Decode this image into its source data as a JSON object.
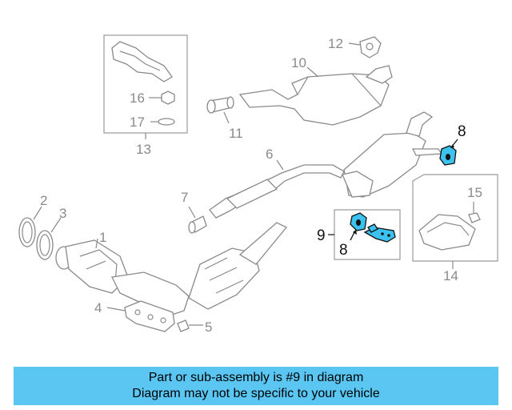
{
  "callouts": {
    "c1": "1",
    "c2": "2",
    "c3": "3",
    "c4": "4",
    "c5": "5",
    "c6": "6",
    "c7": "7",
    "c8a": "8",
    "c8b": "8",
    "c9": "9",
    "c10": "10",
    "c11": "11",
    "c12": "12",
    "c13": "13",
    "c14": "14",
    "c15": "15",
    "c16": "16",
    "c17": "17"
  },
  "highlight_color": "#3cc2ee",
  "banner": {
    "line1": "Part or sub-assembly is #9 in diagram",
    "line2": "Diagram may not be specific to your vehicle",
    "background": "#5bc6f2"
  }
}
